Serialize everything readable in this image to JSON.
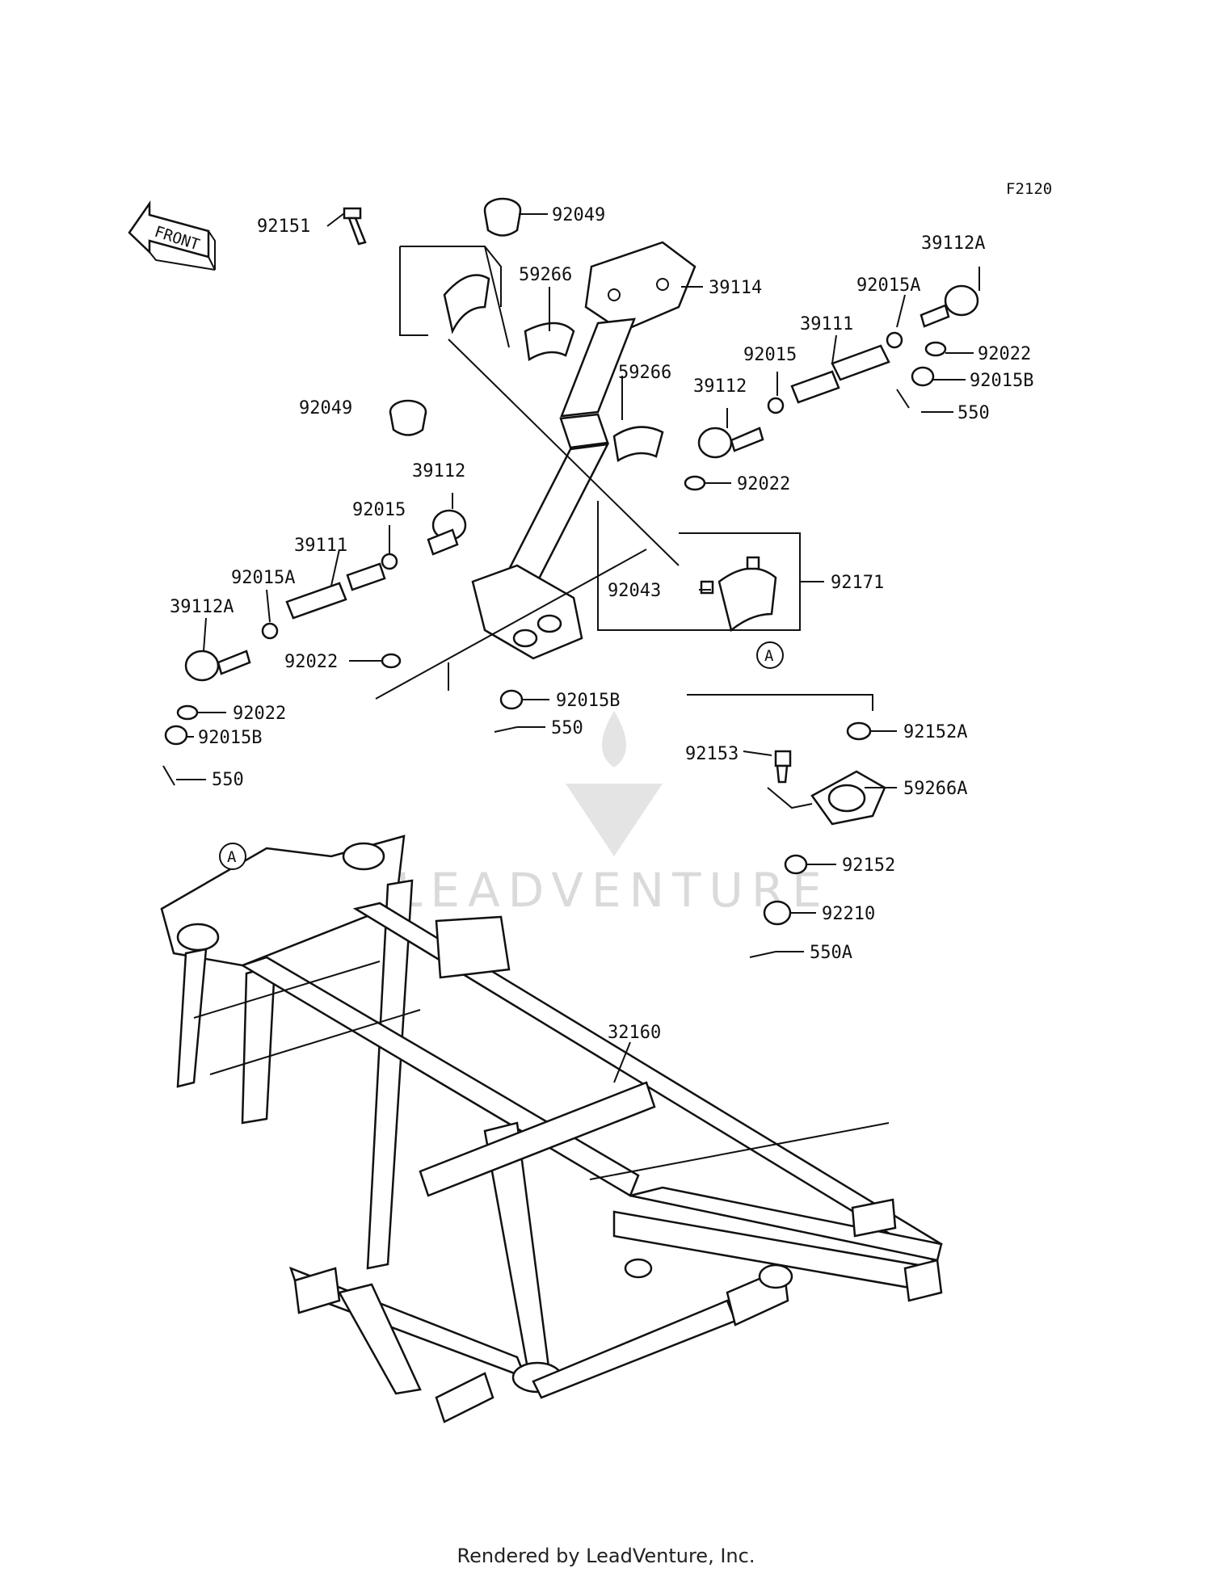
{
  "diagram_code": "F2120",
  "front_arrow_text": "FRONT",
  "watermark_text": "LEADVENTURE",
  "footer_text": "Rendered by LeadVenture, Inc.",
  "callout_ref": "A",
  "labels": {
    "p92151": "92151",
    "p92049_top": "92049",
    "p92049_low": "92049",
    "p59266_a": "59266",
    "p59266_b": "59266",
    "p39114": "39114",
    "p39112A_r": "39112A",
    "p92015A_r": "92015A",
    "p39111_r": "39111",
    "p92015_r": "92015",
    "p92022_r": "92022",
    "p92015B_r": "92015B",
    "p550_r": "550",
    "p39112_r": "39112",
    "p92022_mid": "92022",
    "p39112_l": "39112",
    "p92015_l": "92015",
    "p39111_l": "39111",
    "p92015A_l": "92015A",
    "p39112A_l": "39112A",
    "p92022_l": "92022",
    "p92022_l2": "92022",
    "p92015B_l": "92015B",
    "p550_l": "550",
    "p92043": "92043",
    "p92171": "92171",
    "p92015B_c": "92015B",
    "p550_c": "550",
    "p92153": "92153",
    "p92152A": "92152A",
    "p59266A": "59266A",
    "p92152": "92152",
    "p92210": "92210",
    "p550A": "550A",
    "p32160": "32160"
  }
}
